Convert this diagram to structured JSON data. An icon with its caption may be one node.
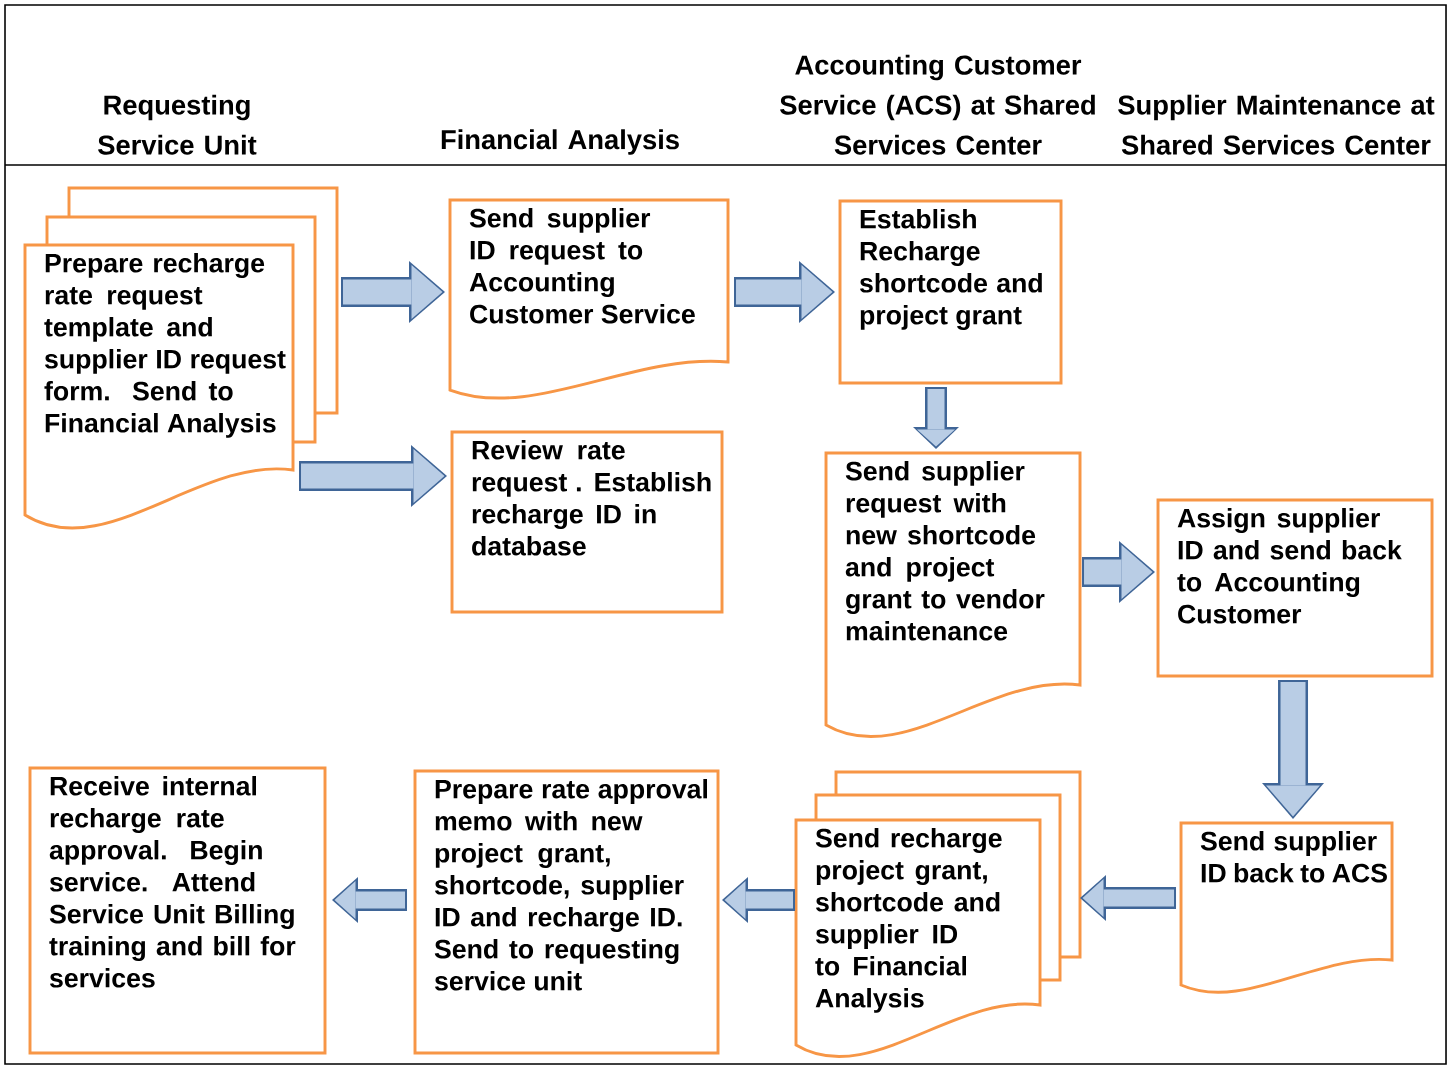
{
  "diagram": {
    "nodes": [
      {
        "text": [
          "Prepare recharge rate request template and supplier ID request form. Send to Financial Analysis"
        ]
      },
      {
        "text": [
          "Send supplier ID request to Accounting Customer Service"
        ]
      },
      {
        "text": [
          "Review  rate request . Establish recharge ID in database"
        ]
      },
      {
        "text": [
          "Establish Recharge shortcode and project grant"
        ]
      },
      {
        "text": [
          "Send supplier request with new shortcode and project grant to vendor maintenance"
        ]
      },
      {
        "text": [
          "Assign supplier ID and send back to Accounting Customer"
        ]
      },
      {
        "text": [
          "Send supplier ID back to ACS"
        ]
      },
      {
        "text": [
          "Send recharge project grant, shortcode and supplier ID to Financial Analysis"
        ]
      },
      {
        "text": [
          "Prepare rate approval memo with new project grant, shortcode, supplier ID and recharge ID.  Send to requesting service unit"
        ]
      },
      {
        "text": [
          "Receive internal recharge rate approval.  Begin service.  Attend Service Unit Billing training and bill for services"
        ]
      }
    ],
    "edges": [
      {
        "from": 0,
        "to": 1,
        "arrow": "to"
      },
      {
        "from": 0,
        "to": 2,
        "arrow": "to"
      },
      {
        "from": 1,
        "to": 3,
        "arrow": "to"
      },
      {
        "from": 3,
        "to": 4,
        "arrow": "to"
      },
      {
        "from": 4,
        "to": 5,
        "arrow": "to"
      },
      {
        "from": 5,
        "to": 6,
        "arrow": "to"
      },
      {
        "from": 6,
        "to": 7,
        "arrow": "to"
      },
      {
        "from": 7,
        "to": 8,
        "arrow": "to"
      },
      {
        "from": 8,
        "to": 9,
        "arrow": "to"
      }
    ],
    "labels": [
      "Requesting Service Unit",
      "Financial Analysis",
      "Accounting Customer Service (ACS) at Shared Services Center",
      "Supplier Maintenance at Shared Services Center"
    ]
  }
}
